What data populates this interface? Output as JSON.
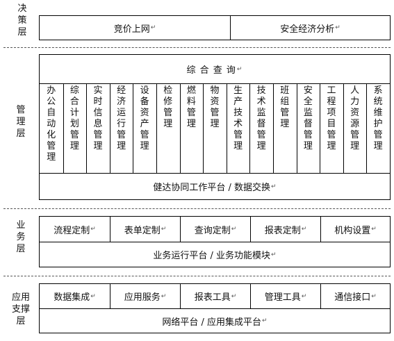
{
  "layers": {
    "decision": [
      "决",
      "策",
      "层"
    ],
    "management": [
      "管",
      "理",
      "层"
    ],
    "business": [
      "业",
      "务",
      "层"
    ],
    "support": [
      "应用",
      "支撑",
      "层"
    ]
  },
  "return_mark": "↵",
  "decision": {
    "cells": [
      "竞价上网",
      "安全经济分析"
    ]
  },
  "management": {
    "query_label": "综 合 查 询",
    "modules": [
      [
        "办",
        "公",
        "自",
        "动",
        "化",
        "管",
        "理"
      ],
      [
        "综",
        "合",
        "计",
        "划",
        "管",
        "理"
      ],
      [
        "实",
        "时",
        "信",
        "息",
        "管",
        "理"
      ],
      [
        "经",
        "济",
        "运",
        "行",
        "管",
        "理"
      ],
      [
        "设",
        "备",
        "资",
        "产",
        "管",
        "理"
      ],
      [
        "检",
        "修",
        "管",
        "理"
      ],
      [
        "燃",
        "料",
        "管",
        "理"
      ],
      [
        "物",
        "资",
        "管",
        "理"
      ],
      [
        "生",
        "产",
        "技",
        "术",
        "管",
        "理"
      ],
      [
        "技",
        "术",
        "监",
        "督",
        "管",
        "理"
      ],
      [
        "班",
        "组",
        "管",
        "理"
      ],
      [
        "安",
        "全",
        "监",
        "督",
        "管",
        "理"
      ],
      [
        "工",
        "程",
        "项",
        "目",
        "管",
        "理"
      ],
      [
        "人",
        "力",
        "资",
        "源",
        "管",
        "理"
      ],
      [
        "系",
        "统",
        "维",
        "护",
        "管",
        "理"
      ]
    ],
    "platform_label": "健达协同工作平台 / 数据交换"
  },
  "business": {
    "cells": [
      "流程定制",
      "表单定制",
      "查询定制",
      "报表定制",
      "机构设置"
    ],
    "platform_label": "业务运行平台 / 业务功能模块"
  },
  "support": {
    "cells": [
      "数据集成",
      "应用服务",
      "报表工具",
      "管理工具",
      "通信接口"
    ],
    "platform_label": "网络平台 / 应用集成平台"
  }
}
